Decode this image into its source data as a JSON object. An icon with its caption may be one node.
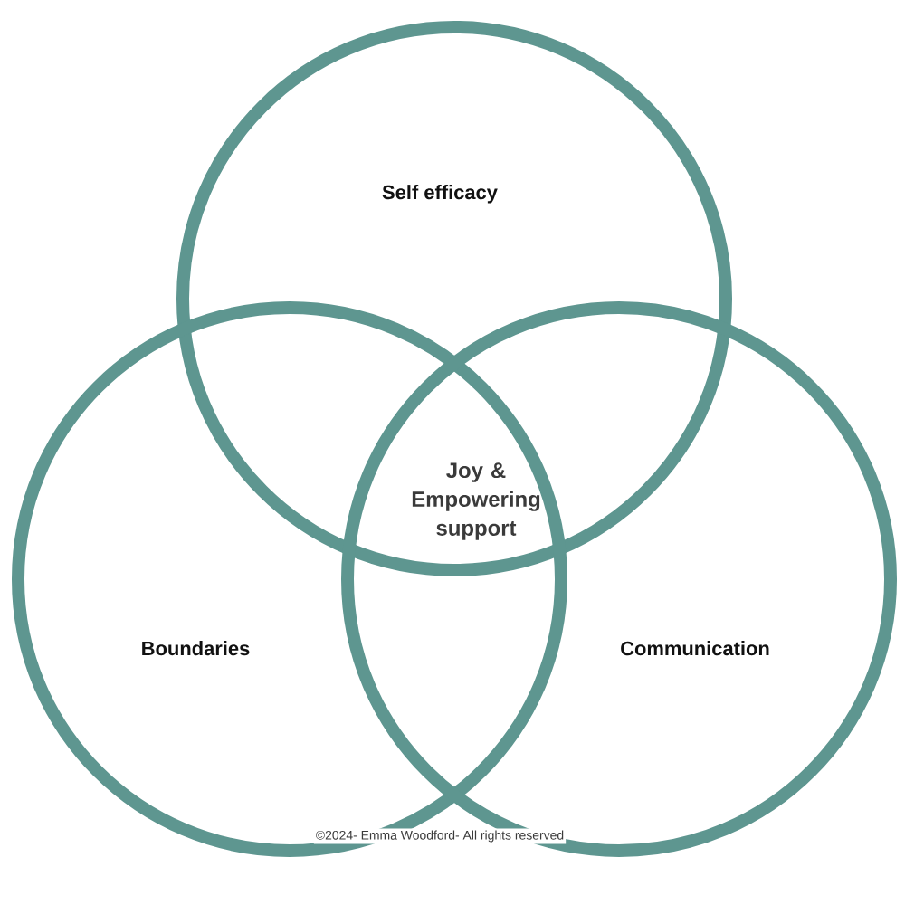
{
  "diagram": {
    "nodes": [
      {
        "text": [
          "Self efficacy"
        ]
      },
      {
        "text": [
          "Boundaries"
        ]
      },
      {
        "text": [
          "Communication"
        ]
      }
    ],
    "labels": [
      "Joy & Empowering support",
      "©2024- Emma Woodford- All rights reserved"
    ]
  }
}
